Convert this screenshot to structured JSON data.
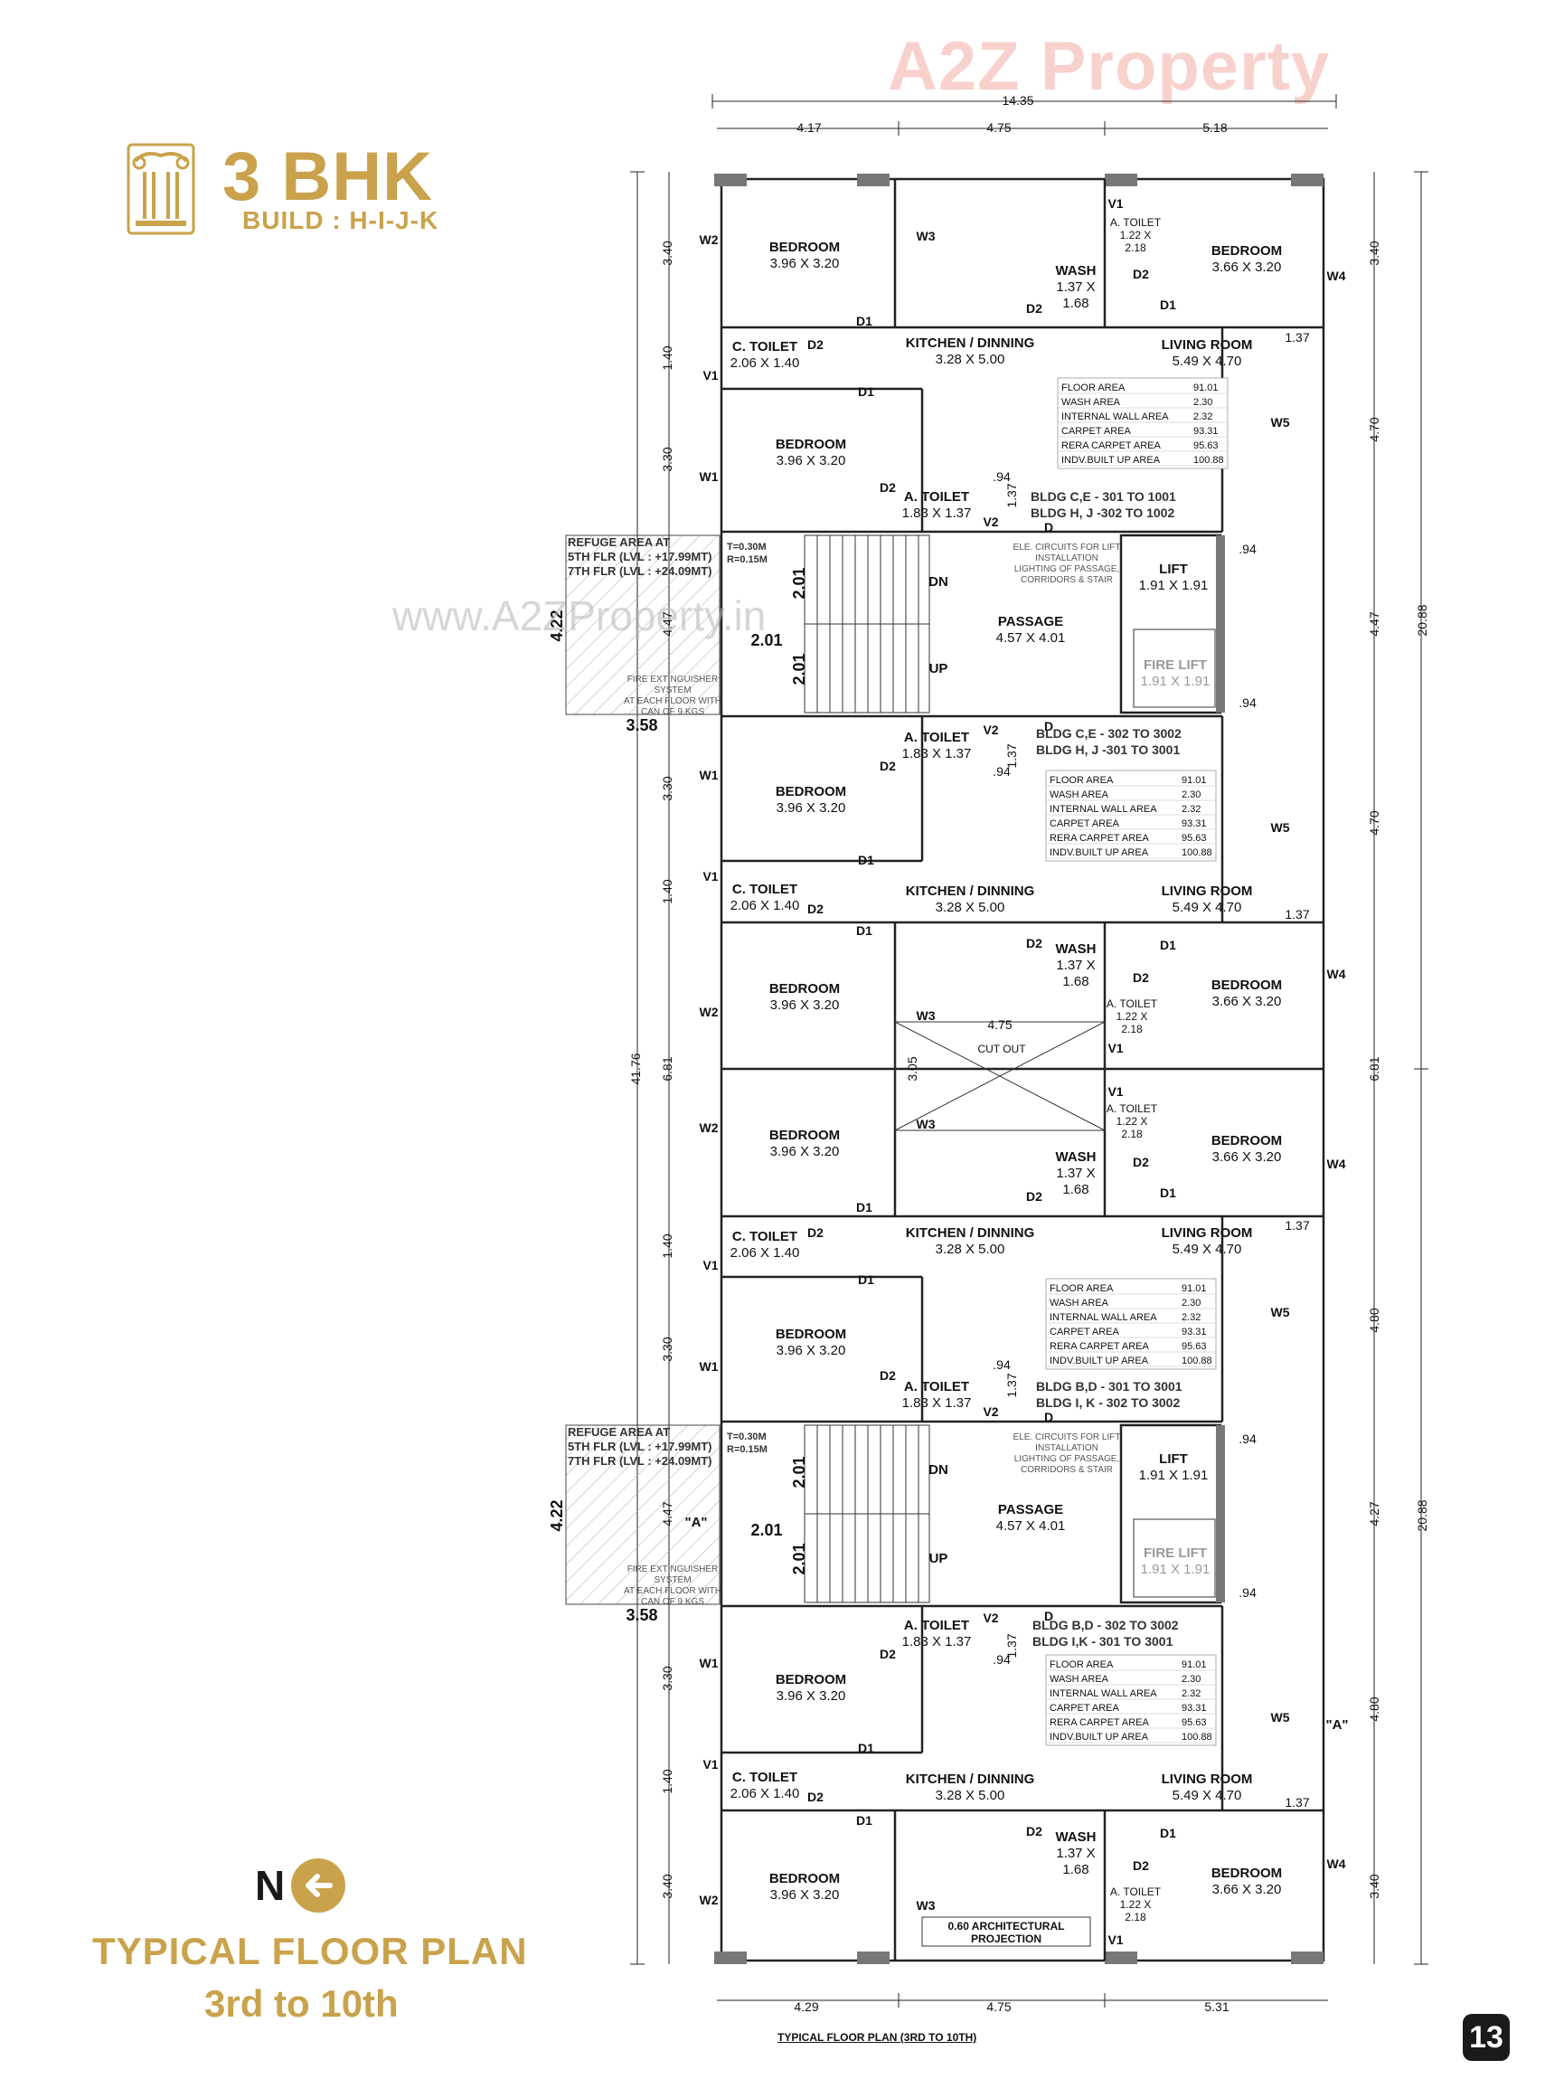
{
  "header": {
    "title": "3 BHK",
    "build": "BUILD : H-I-J-K",
    "watermark_brand": "A2Z Property",
    "watermark_url": "www.A2ZProperty.in"
  },
  "footer": {
    "north": "N",
    "plan_title": "TYPICAL FLOOR PLAN",
    "floors": "3rd to 10th",
    "caption": "TYPICAL FLOOR PLAN (3RD TO 10TH)",
    "page_number": "13"
  },
  "colors": {
    "gold": "#c9a24b",
    "badge": "#1a1a1a"
  },
  "dims": {
    "top_total": "14.35",
    "top_a": "4.17",
    "top_b": "4.75",
    "top_c": "5.18",
    "bottom_a": "4.29",
    "bottom_b": "4.75",
    "bottom_c": "5.31",
    "left_total": "41.76",
    "right_half": "20.88",
    "d340": "3.40",
    "d140": "1.40",
    "d330": "3.30",
    "d447": "4.47",
    "d681": "6.81",
    "d470": "4.70",
    "d480": "4.80",
    "d427": "4.27",
    "d305": "3.05",
    "d422": "4.22",
    "d358": "3.58",
    "d201": "2.01",
    "d137": "1.37",
    "d94": ".94"
  },
  "rooms": {
    "bedroom": "BEDROOM",
    "bed_a": "3.96 X 3.20",
    "bed_b": "3.66 X 3.20",
    "kitchen": "KITCHEN / DINNING",
    "kitchen_size": "3.28 X 5.00",
    "living": "LIVING ROOM",
    "living_size": "5.49 X 4.70",
    "ctoilet": "C. TOILET",
    "ctoilet_size": "2.06 X 1.40",
    "atoilet": "A. TOILET",
    "atoilet_size": "1.83 X 1.37",
    "atoilet_s1": "1.22 X",
    "atoilet_s2": "2.18",
    "wash": "WASH",
    "wash_s1": "1.37 X",
    "wash_s2": "1.68",
    "passage": "PASSAGE",
    "passage_size": "4.57 X 4.01",
    "lift": "LIFT",
    "lift_size": "1.91 X 1.91",
    "fire_lift": "FIRE LIFT",
    "fire_lift_size": "1.91 X 1.91",
    "cutout": "CUT OUT",
    "dn": "DN",
    "up": "UP",
    "marker_a": "\"A\""
  },
  "tags": {
    "w1": "W1",
    "w2": "W2",
    "w3": "W3",
    "w4": "W4",
    "w5": "W5",
    "v1": "V1",
    "v2": "V2",
    "d": "D",
    "d1": "D1",
    "d2": "D2"
  },
  "stair": {
    "t": "T=0.30M",
    "r": "R=0.15M"
  },
  "area_table": {
    "rows": [
      {
        "label": "FLOOR AREA",
        "value": "91.01"
      },
      {
        "label": "WASH AREA",
        "value": "2.30"
      },
      {
        "label": "INTERNAL WALL AREA",
        "value": "2.32"
      },
      {
        "label": "CARPET AREA",
        "value": "93.31"
      },
      {
        "label": "RERA CARPET AREA",
        "value": "95.63"
      },
      {
        "label": "INDV.BUILT UP AREA",
        "value": "100.88"
      }
    ]
  },
  "notes": {
    "refuge1": "REFUGE AREA AT",
    "refuge2": "5TH FLR (LVL : +17.99MT)",
    "refuge3": "7TH FLR (LVL : +24.09MT)",
    "ele1": "ELE. CIRCUITS FOR LIFT",
    "ele2": "INSTALLATION",
    "ele3": "LIGHTING OF PASSAGE,",
    "ele4": "CORRIDORS & STAIR",
    "fire1": "FIRE EXTINGUISHER",
    "fire2": "SYSTEM",
    "fire3": "AT EACH FLOOR WITH",
    "fire4": "CAN OF 9 KGS",
    "proj1": "0.60 ARCHITECTURAL",
    "proj2": "PROJECTION"
  },
  "bldg": {
    "a1": "BLDG C,E - 301 TO 1001",
    "a2": "BLDG H, J -302 TO 1002",
    "b1": "BLDG C,E - 302 TO 3002",
    "b2": "BLDG H, J -301 TO 3001",
    "c1": "BLDG B,D - 301 TO 3001",
    "c2": "BLDG I, K - 302 TO 3002",
    "d1": "BLDG B,D - 302 TO 3002",
    "d2": "BLDG I,K - 301 TO 3001"
  }
}
